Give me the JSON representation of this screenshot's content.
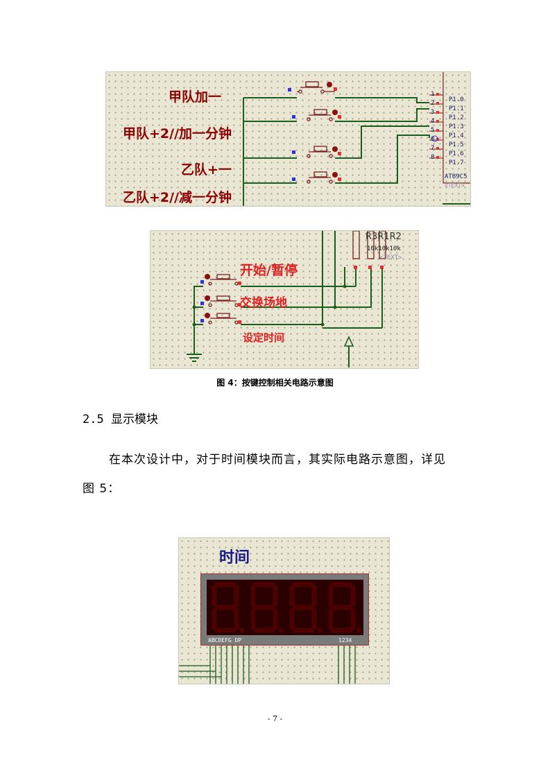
{
  "figure1": {
    "labels": [
      "甲队加一",
      "甲队+2//加一分钟",
      "乙队+一",
      "乙队+2//减一分钟"
    ],
    "chip": {
      "pin_numbers": [
        "1",
        "2",
        "3",
        "4",
        "5",
        "6",
        "7",
        "8"
      ],
      "pin_names": [
        "P1.0",
        "P1.1",
        "P1.2",
        "P1.3",
        "P1.4",
        "P1.5",
        "P1.6",
        "P1.7"
      ],
      "part": "AT89C5",
      "text": "<TEXT>"
    }
  },
  "figure2": {
    "resistor_names": "R3R1R2",
    "resistor_values": "10k10k10k",
    "resistor_text": "<TEXT>",
    "labels": [
      "开始/暂停",
      "交换场地",
      "设定时间"
    ]
  },
  "caption": "图 4：按键控制相关电路示意图",
  "section_heading": "2.5 显示模块",
  "paragraph_line1": "在本次设计中，对于时间模块而言，其实际电路示意图，详见",
  "paragraph_line2": "图 5：",
  "figure3": {
    "title": "时间",
    "display_left_label": "ABCDEFG DP",
    "display_right_label": "1234",
    "digits": [
      "8",
      "8",
      "8",
      "8"
    ]
  },
  "page_number": "- 7 -"
}
